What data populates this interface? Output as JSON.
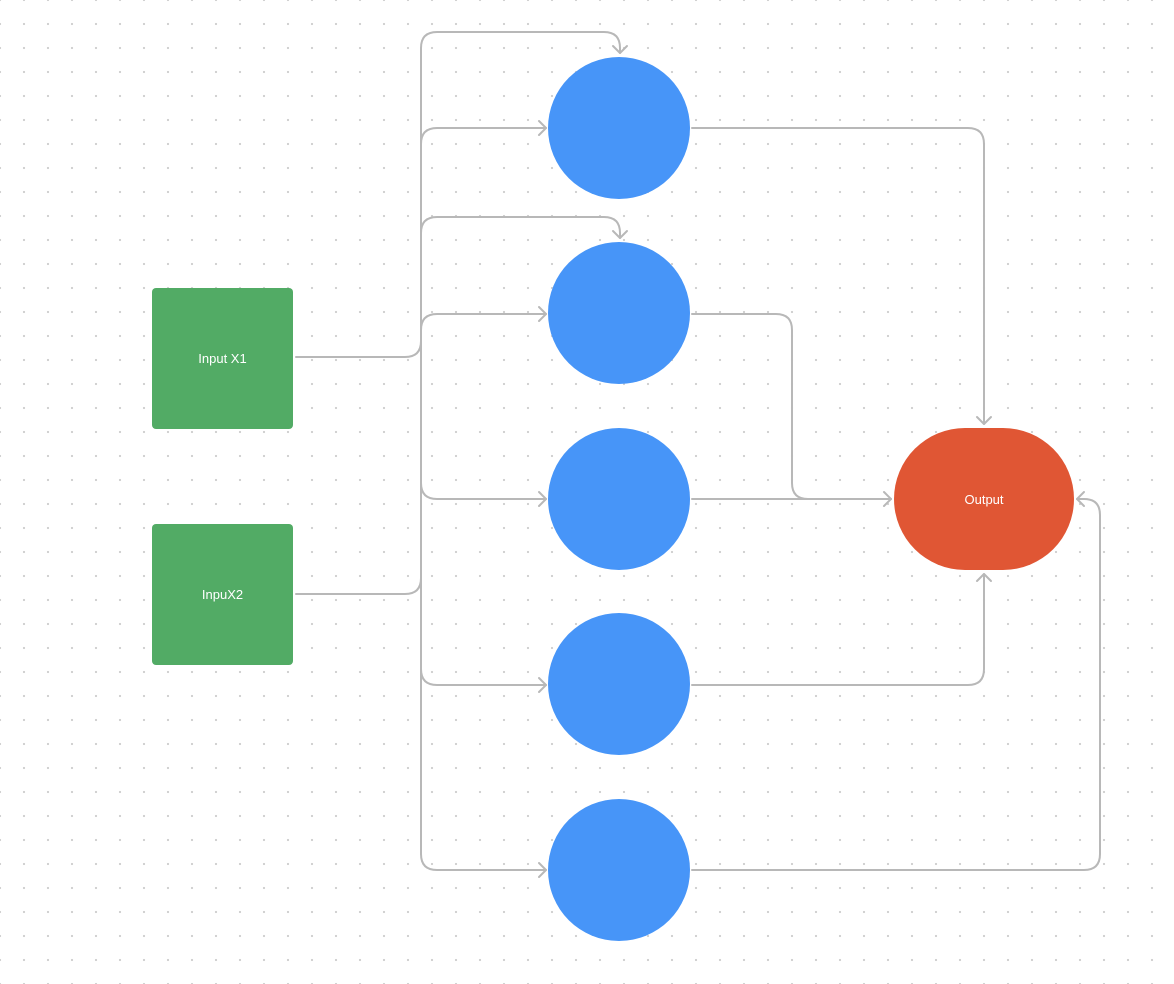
{
  "colors": {
    "input": "#52ab65",
    "hidden": "#4795f8",
    "output": "#e05634",
    "edge": "#b8b8b8"
  },
  "nodes": {
    "input_x1": {
      "label": "Input X1"
    },
    "input_x2": {
      "label": "InpuX2"
    },
    "hidden_1": {
      "label": ""
    },
    "hidden_2": {
      "label": ""
    },
    "hidden_3": {
      "label": ""
    },
    "hidden_4": {
      "label": ""
    },
    "hidden_5": {
      "label": ""
    },
    "output": {
      "label": "Output"
    }
  },
  "edges": [
    {
      "from": "input_x1",
      "to": "hidden_1"
    },
    {
      "from": "input_x1",
      "to": "hidden_2"
    },
    {
      "from": "input_x1",
      "to": "hidden_3"
    },
    {
      "from": "input_x1",
      "to": "hidden_4"
    },
    {
      "from": "input_x1",
      "to": "hidden_5"
    },
    {
      "from": "input_x2",
      "to": "hidden_1"
    },
    {
      "from": "input_x2",
      "to": "hidden_2"
    },
    {
      "from": "input_x2",
      "to": "hidden_3"
    },
    {
      "from": "input_x2",
      "to": "hidden_4"
    },
    {
      "from": "input_x2",
      "to": "hidden_5"
    },
    {
      "from": "hidden_1",
      "to": "output"
    },
    {
      "from": "hidden_2",
      "to": "output"
    },
    {
      "from": "hidden_3",
      "to": "output"
    },
    {
      "from": "hidden_4",
      "to": "output"
    },
    {
      "from": "hidden_5",
      "to": "output"
    }
  ]
}
